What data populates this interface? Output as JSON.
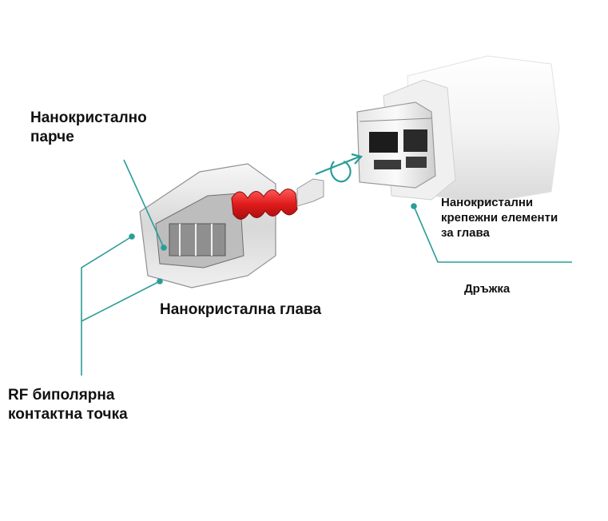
{
  "labels": {
    "nanocrystal_piece": [
      "Нанокристално",
      "парче"
    ],
    "fixing_elements": [
      "Нанокристални",
      "крепежни елементи",
      "за глава"
    ],
    "nanocrystal_head": "Нанокристална глава",
    "handle": "Дръжка",
    "rf_contact": [
      "RF биполярна",
      "контактна точка"
    ]
  },
  "colors": {
    "leader_line": "#2a9d98",
    "spring": "#e02424",
    "text": "#111111",
    "handle_body": "#f2f2f2"
  }
}
